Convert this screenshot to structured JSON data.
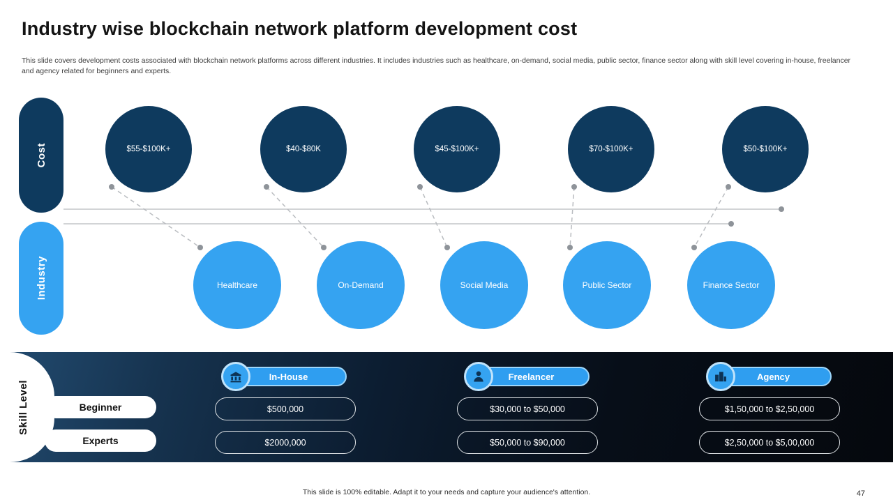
{
  "header": {
    "title": "Industry wise blockchain network platform development cost",
    "subtitle": "This slide covers development costs associated with blockchain network platforms across different industries. It includes industries such as healthcare, on-demand, social media, public sector, finance sector along with skill level covering in-house, freelancer and agency related for beginners and experts."
  },
  "cost_row": {
    "label": "Cost",
    "items": [
      "$55-$100K+",
      "$40-$80K",
      "$45-$100K+",
      "$70-$100K+",
      "$50-$100K+"
    ]
  },
  "industry_row": {
    "label": "Industry",
    "items": [
      "Healthcare",
      "On-Demand",
      "Social Media",
      "Public Sector",
      "Finance Sector"
    ]
  },
  "skill_section": {
    "label": "Skill Level",
    "rows": [
      "Beginner",
      "Experts"
    ],
    "columns": [
      {
        "header": "In-House",
        "icon": "building-icon",
        "values": [
          "$500,000",
          "$2000,000"
        ]
      },
      {
        "header": "Freelancer",
        "icon": "freelancer-icon",
        "values": [
          "$30,000 to $50,000",
          "$50,000 to $90,000"
        ]
      },
      {
        "header": "Agency",
        "icon": "agency-icon",
        "values": [
          "$1,50,000 to $2,50,000",
          "$2,50,000 to $5,00,000"
        ]
      }
    ]
  },
  "footer": {
    "note": "This slide is 100% editable.  Adapt it to your needs and capture your audience's attention.",
    "page_number": "47"
  },
  "colors": {
    "dark_navy": "#0e3a5e",
    "light_blue": "#35a3f1",
    "band_dark": "#070e18"
  }
}
